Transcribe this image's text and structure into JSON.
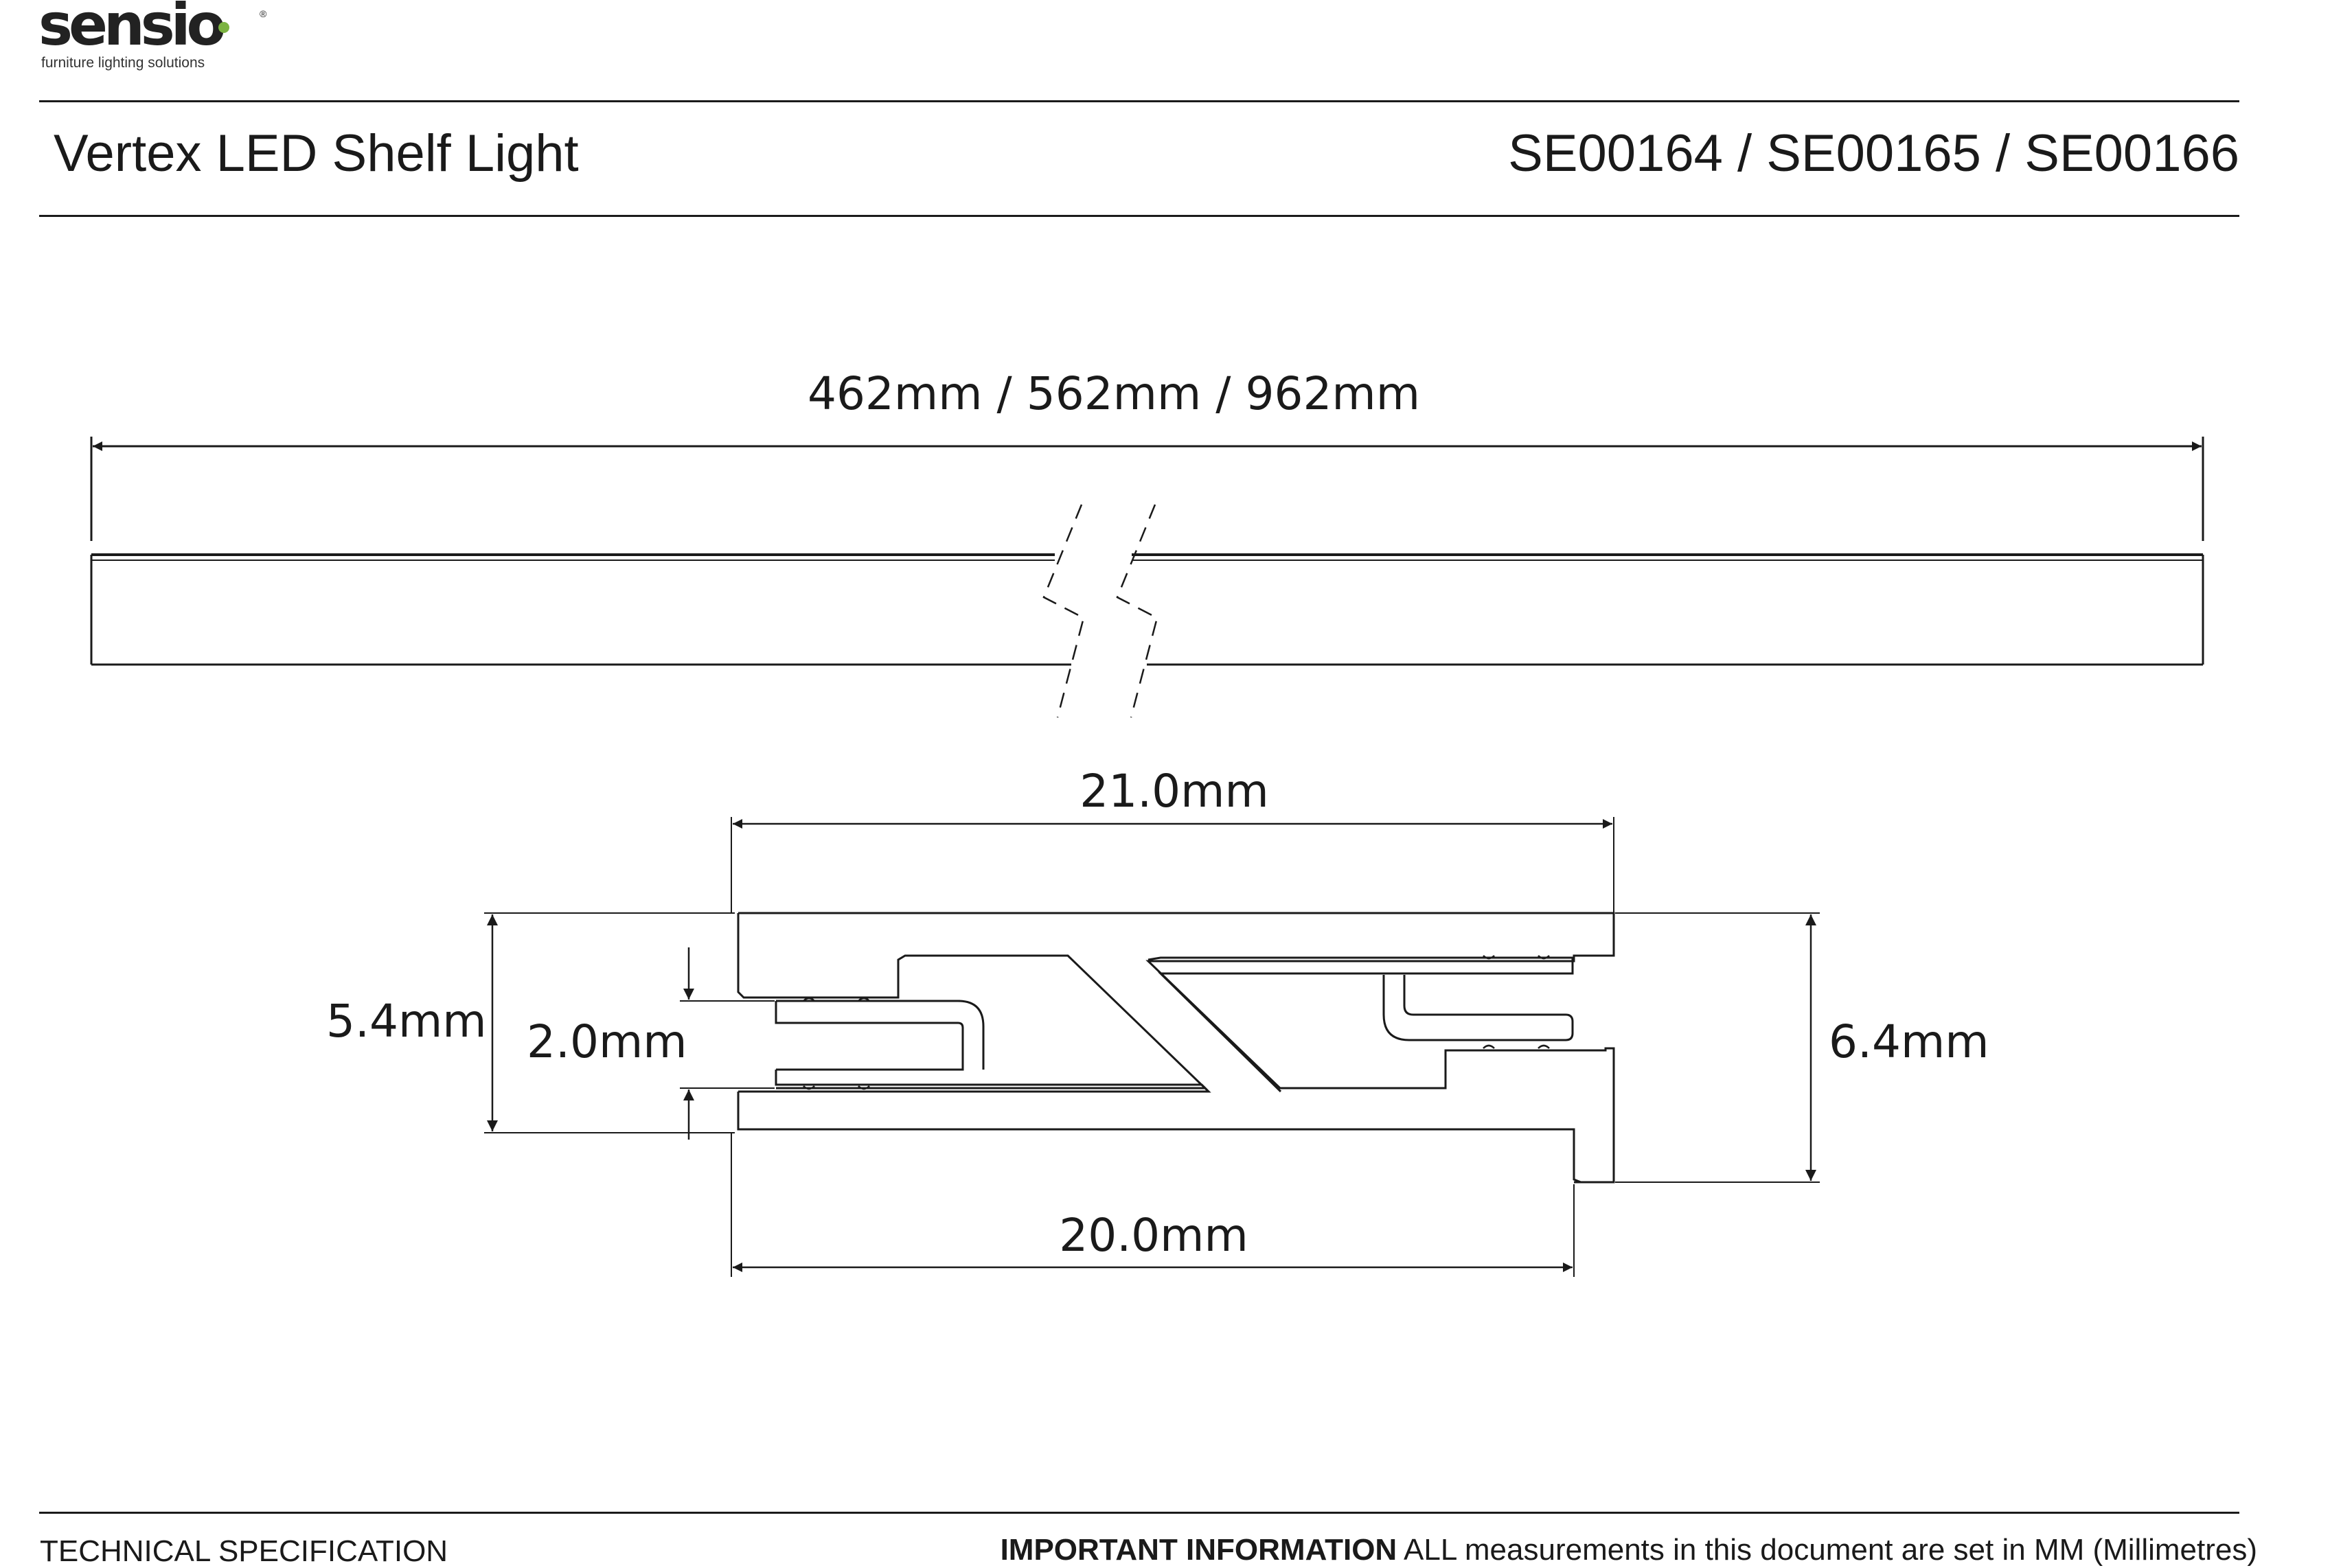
{
  "brand": {
    "name": "sensio",
    "tagline": "furniture lighting solutions",
    "reg_mark": "®",
    "accent": "#7cb342"
  },
  "header": {
    "title": "Vertex LED Shelf Light",
    "codes": "SE00164 / SE00165 / SE00166"
  },
  "dimensions": {
    "length": "462mm / 562mm / 962mm",
    "width_top": "21.0mm",
    "width_bottom": "20.0mm",
    "height_left": "5.4mm",
    "slot_height": "2.0mm",
    "height_right": "6.4mm"
  },
  "footer": {
    "left": "TECHNICAL SPECIFICATION",
    "important_label": "IMPORTANT INFORMATION",
    "important_text": " ALL measurements in this document are set in MM (Millimetres)"
  }
}
